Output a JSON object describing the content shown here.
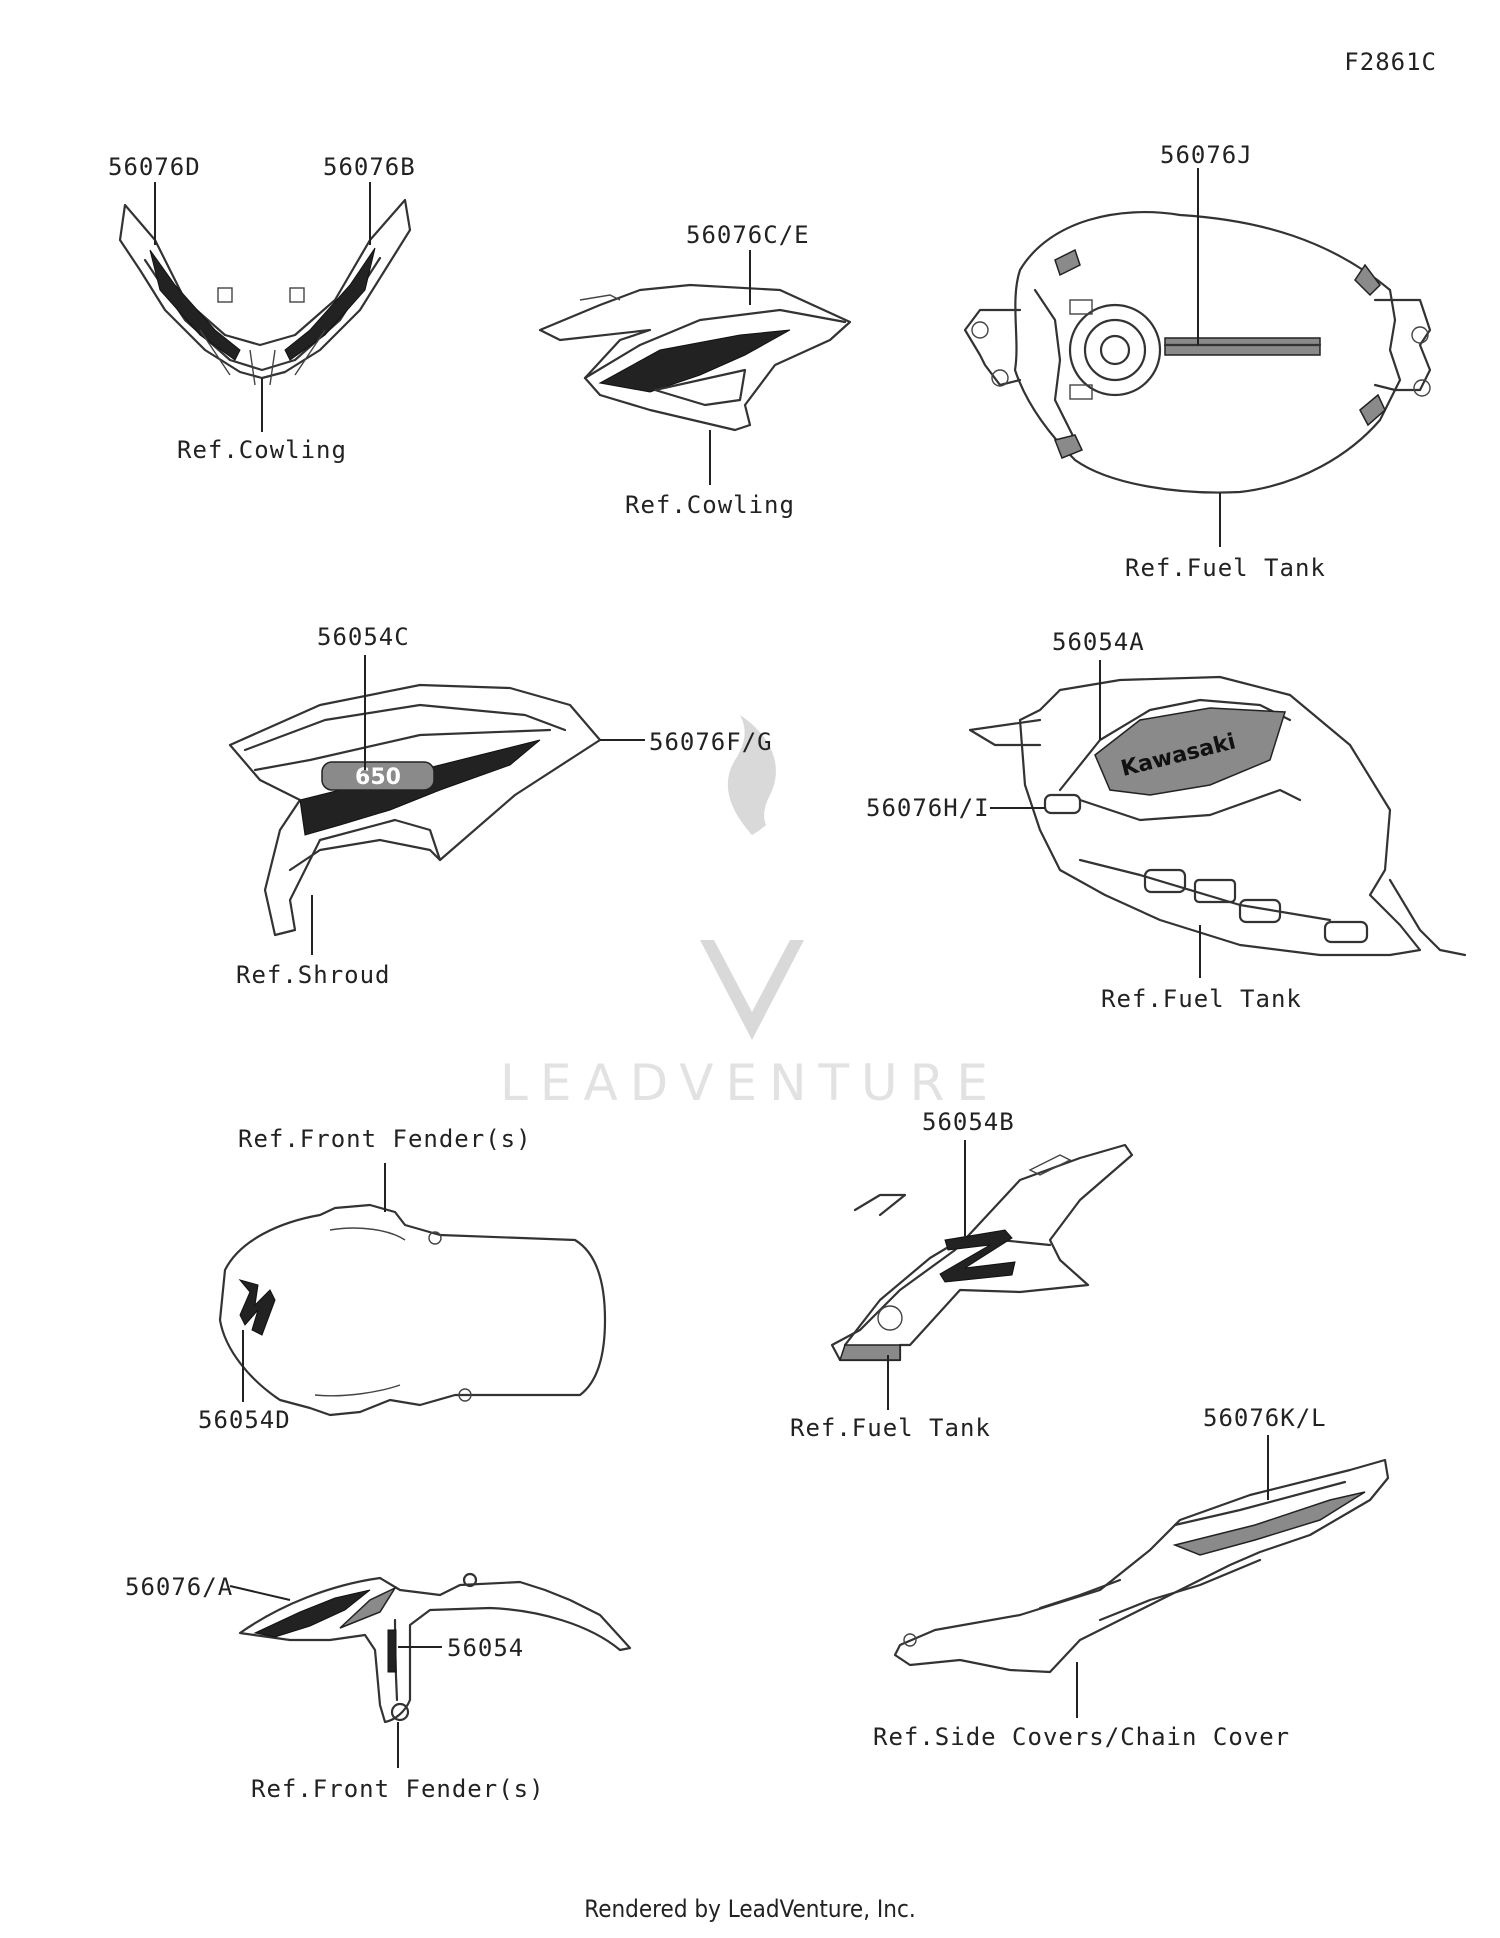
{
  "figure_code": "F2861C",
  "labels": {
    "p56076D": "56076D",
    "p56076B": "56076B",
    "ref_cowling_1": "Ref.Cowling",
    "p56076CE": "56076C/E",
    "ref_cowling_2": "Ref.Cowling",
    "p56076J": "56076J",
    "ref_fuel_tank_1": "Ref.Fuel Tank",
    "p56054C": "56054C",
    "p56076FG": "56076F/G",
    "ref_shroud": "Ref.Shroud",
    "p56054A": "56054A",
    "p56076HI": "56076H/I",
    "ref_fuel_tank_2": "Ref.Fuel Tank",
    "ref_front_fender_1": "Ref.Front Fender(s)",
    "p56054D": "56054D",
    "p56054B": "56054B",
    "ref_fuel_tank_3": "Ref.Fuel Tank",
    "p56076KL": "56076K/L",
    "p56076A": "56076/A",
    "p56054": "56054",
    "ref_front_fender_2": "Ref.Front Fender(s)",
    "ref_side_covers": "Ref.Side Covers/Chain Cover"
  },
  "decal_text": {
    "kawasaki": "Kawasaki",
    "model_650": "650"
  },
  "watermark": "LEADVENTURE",
  "footer": "Rendered by LeadVenture, Inc."
}
